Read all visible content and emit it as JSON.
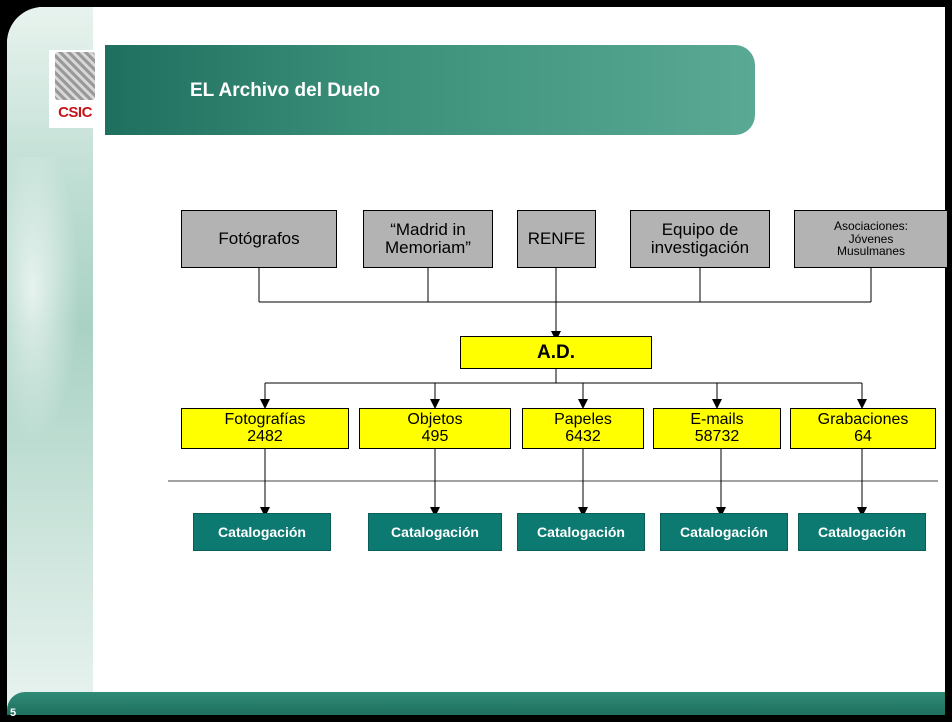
{
  "slide": {
    "title": "EL Archivo del Duelo",
    "logo_text": "CSIC",
    "page_number": "5"
  },
  "diagram": {
    "sources": [
      {
        "label": "Fotógrafos"
      },
      {
        "label": "“Madrid in\nMemoriam”"
      },
      {
        "label": "RENFE"
      },
      {
        "label": "Equipo de\ninvestigación"
      },
      {
        "label": "Asociaciones:\nJóvenes\nMusulmanes"
      }
    ],
    "center": {
      "label": "A.D."
    },
    "categories": [
      {
        "label": "Fotografías\n2482"
      },
      {
        "label": "Objetos\n495"
      },
      {
        "label": "Papeles\n6432"
      },
      {
        "label": "E-mails\n58732"
      },
      {
        "label": "Grabaciones\n64"
      }
    ],
    "outputs": [
      {
        "label": "Catalogación"
      },
      {
        "label": "Catalogación"
      },
      {
        "label": "Catalogación"
      },
      {
        "label": "Catalogación"
      },
      {
        "label": "Catalogación"
      }
    ]
  },
  "colors": {
    "header_green": "#2f8c77",
    "source_gray": "#b3b3b3",
    "highlight_yellow": "#ffff00",
    "teal_output": "#0d7a72",
    "logo_red": "#c4161c"
  }
}
